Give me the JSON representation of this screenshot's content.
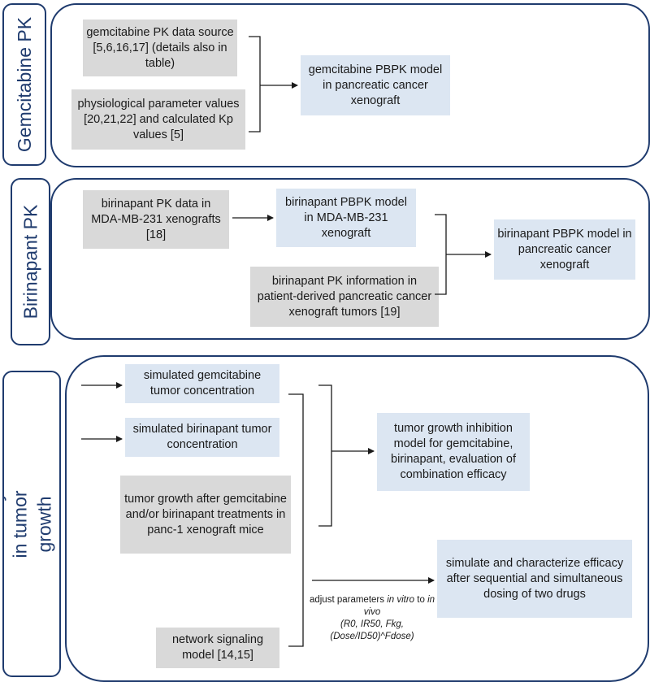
{
  "sections": {
    "gemcitabine_pk": {
      "title": "Gemcitabine PK",
      "pk_data": "gemcitabine PK data source [5,6,16,17] (details also in table)",
      "physio": "physiological parameter values [20,21,22] and calculated Kp values [5]",
      "model": "gemcitabine PBPK model in pancreatic cancer xenograft"
    },
    "birinapant_pk": {
      "title": "Birinapant PK",
      "pk_data": "birinapant PK data in MDA-MB-231 xenografts [18]",
      "mda_model": "birinapant PBPK model in MDA-MB-231 xenograft",
      "pk_info": "birinapant PK information in patient-derived pancreatic cancer xenograft tumors [19]",
      "model": "birinapant PBPK model in pancreatic cancer xenograft"
    },
    "efficacy": {
      "title": "Efficacy in tumor growth inhibition",
      "sim_gem": "simulated gemcitabine tumor concentration",
      "sim_bir": "simulated birinapant tumor concentration",
      "tumor_growth": "tumor growth after gemcitabine and/or birinapant treatments in panc-1 xenograft mice",
      "network": "network signaling model [14,15]",
      "tgi_model": "tumor growth inhibition model for gemcitabine, birinapant, evaluation of combination efficacy",
      "simulate": "simulate and characterize efficacy after sequential and simultaneous dosing of two drugs",
      "adjust": {
        "prefix": "adjust parameters",
        "in_vitro": "in vitro",
        "to": "to",
        "in_vivo": "in vivo",
        "params": "(R0, IR50, Fkg, (Dose/ID50)^Fdose)"
      }
    }
  }
}
